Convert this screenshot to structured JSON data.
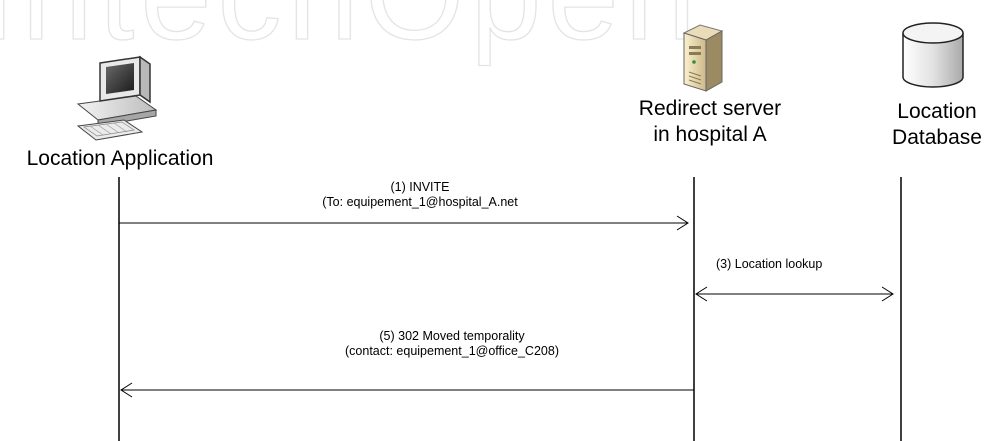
{
  "watermark": "IntechOpen",
  "actors": {
    "client": {
      "name": "Location Application",
      "icon": "desktop-computer-icon"
    },
    "server": {
      "line1": "Redirect server",
      "line2": "in hospital A",
      "icon": "server-tower-icon"
    },
    "database": {
      "line1": "Location",
      "line2": "Database",
      "icon": "database-cylinder-icon"
    }
  },
  "messages": [
    {
      "line1": "(1) INVITE",
      "line2": "(To: equipement_1@hospital_A.net",
      "direction": "client-to-server"
    },
    {
      "line1": "(3) Location lookup",
      "line2": "",
      "direction": "server-database-bidirectional"
    },
    {
      "line1": "(5) 302 Moved temporality",
      "line2": "(contact: equipement_1@office_C208)",
      "direction": "server-to-client"
    }
  ]
}
